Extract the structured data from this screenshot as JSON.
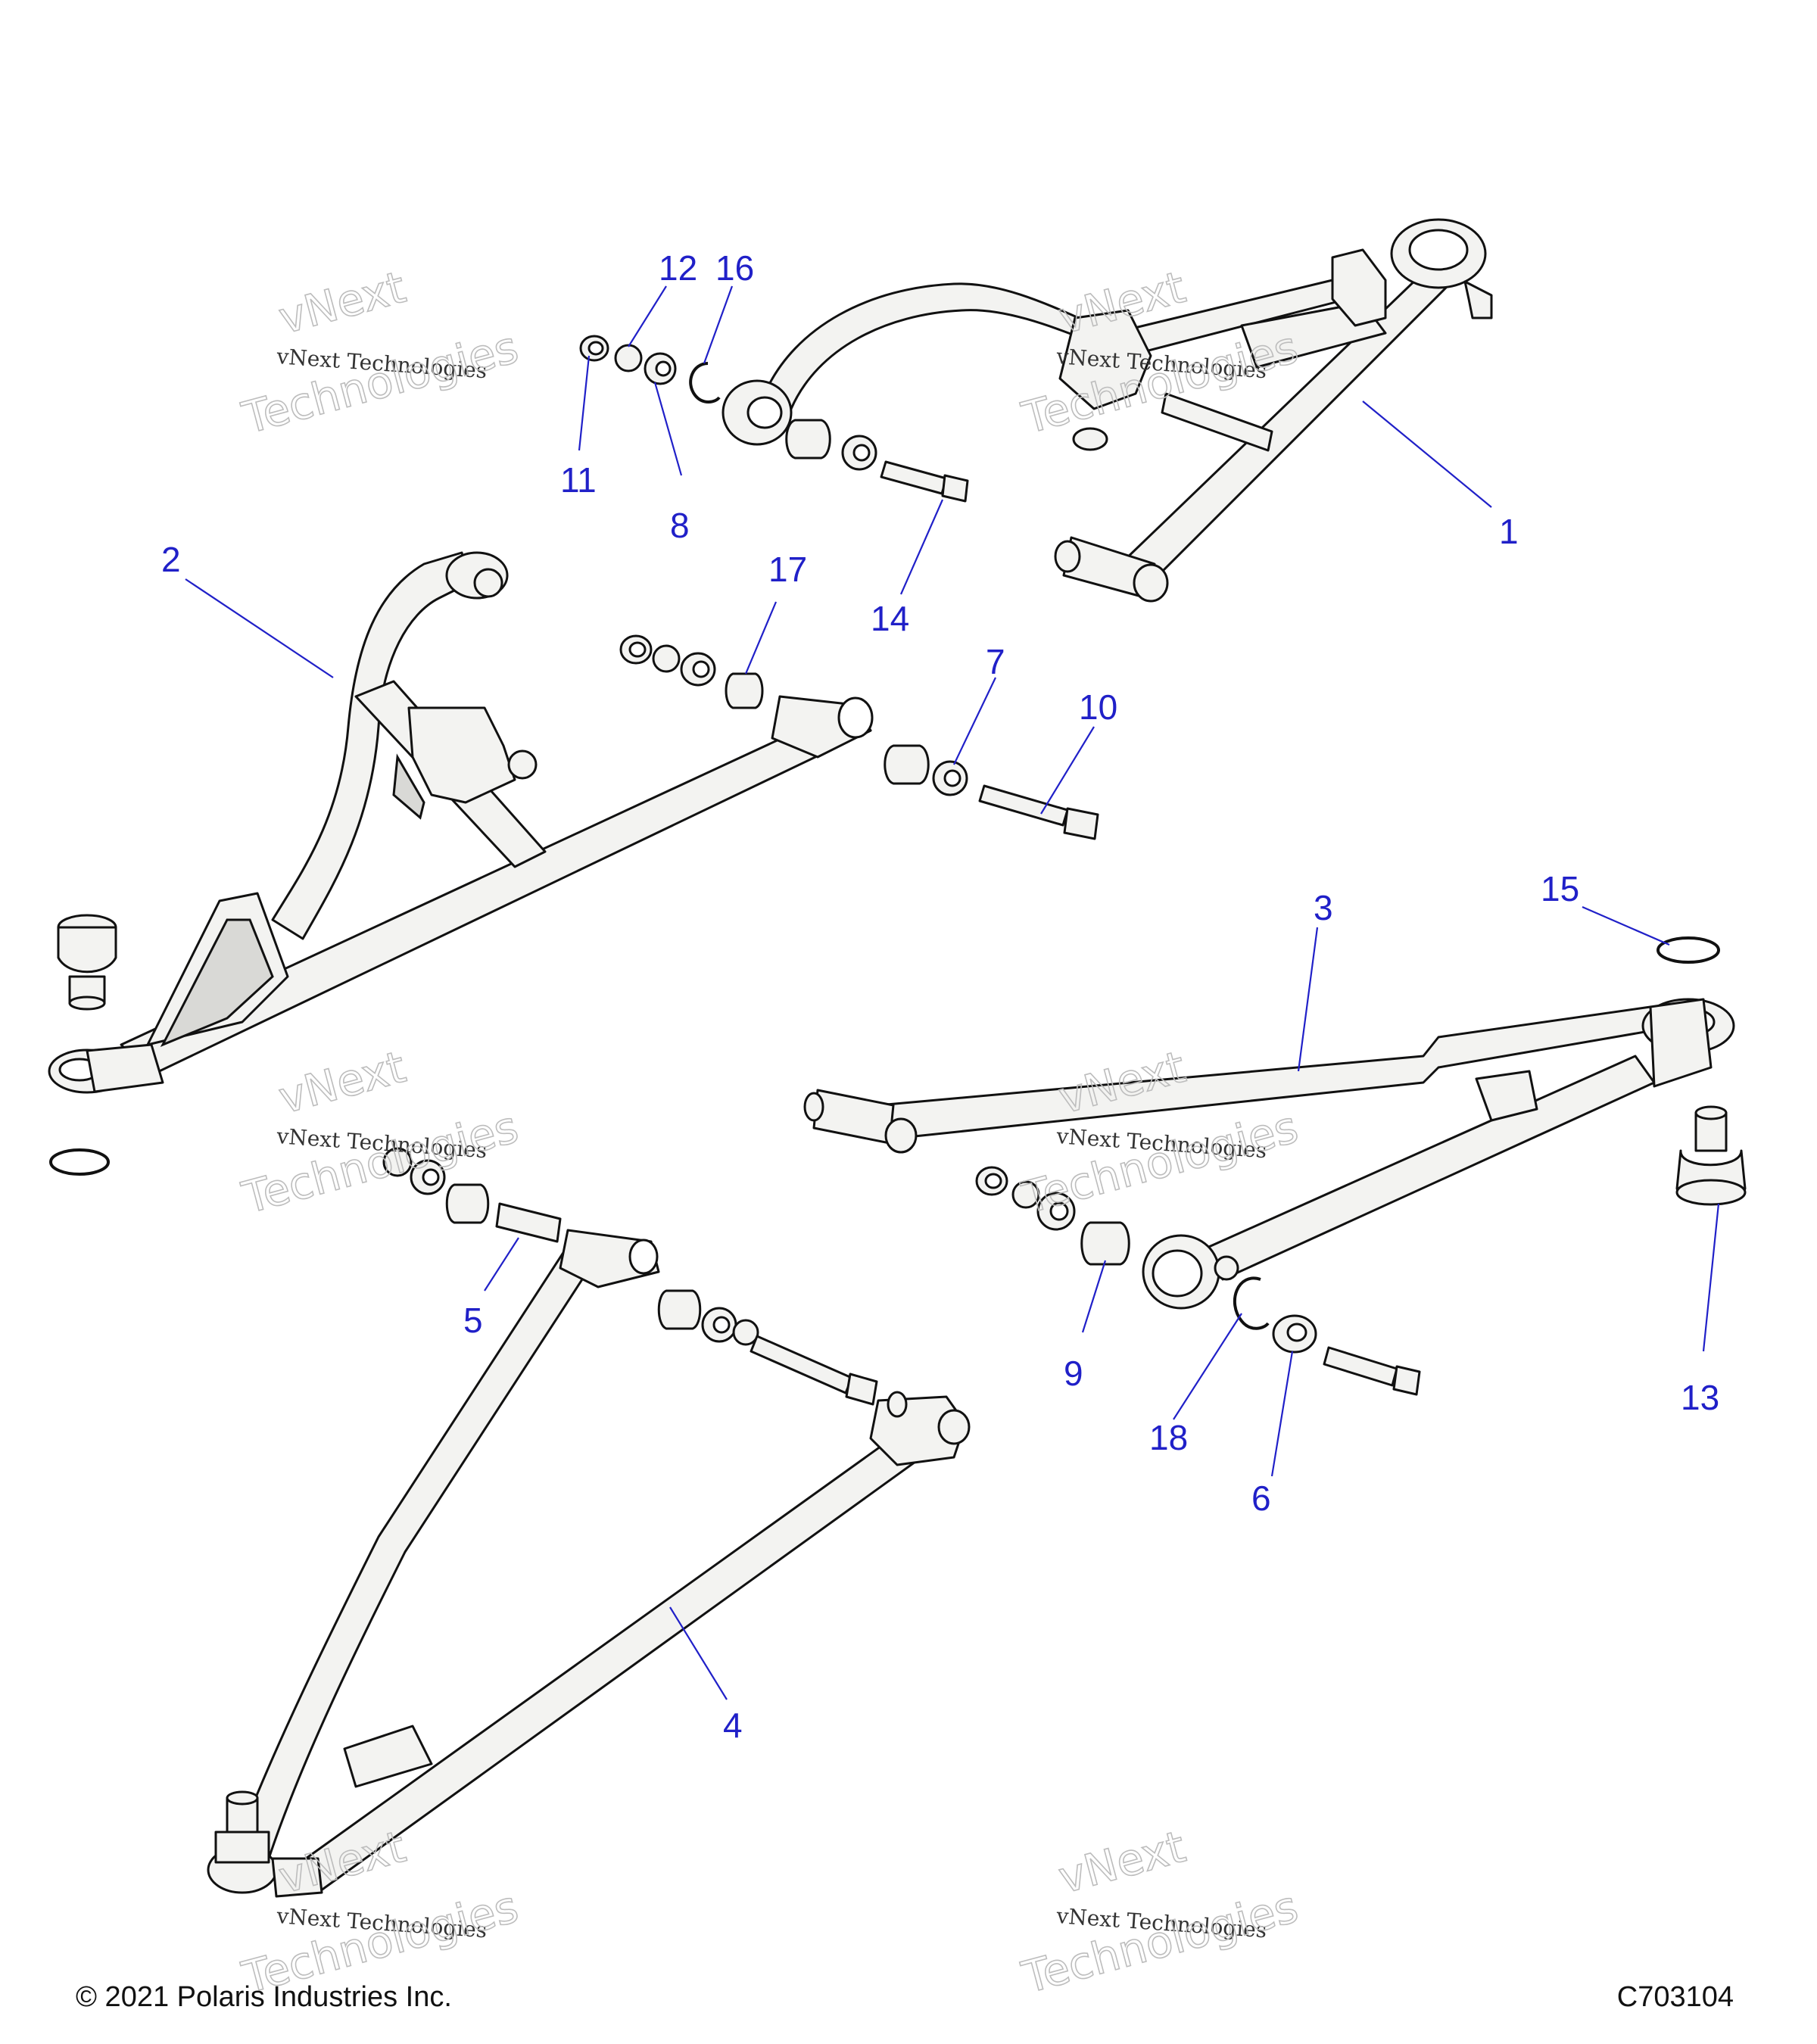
{
  "diagram": {
    "callouts": [
      {
        "id": "1",
        "label": "1"
      },
      {
        "id": "2",
        "label": "2"
      },
      {
        "id": "3",
        "label": "3"
      },
      {
        "id": "4",
        "label": "4"
      },
      {
        "id": "5",
        "label": "5"
      },
      {
        "id": "6",
        "label": "6"
      },
      {
        "id": "7",
        "label": "7"
      },
      {
        "id": "8",
        "label": "8"
      },
      {
        "id": "9",
        "label": "9"
      },
      {
        "id": "10",
        "label": "10"
      },
      {
        "id": "11",
        "label": "11"
      },
      {
        "id": "12",
        "label": "12"
      },
      {
        "id": "13",
        "label": "13"
      },
      {
        "id": "14",
        "label": "14"
      },
      {
        "id": "15",
        "label": "15"
      },
      {
        "id": "16",
        "label": "16"
      },
      {
        "id": "17",
        "label": "17"
      },
      {
        "id": "18",
        "label": "18"
      }
    ],
    "watermark": {
      "line_a": "vNext Technologies",
      "line_b1": "vNext",
      "line_b2": "Technologies"
    },
    "colors": {
      "callout": "#2020c8",
      "line": "#111111",
      "fill": "#f3f3f1"
    }
  },
  "footer": {
    "copyright": "© 2021 Polaris Industries Inc.",
    "figure_id": "C703104"
  }
}
